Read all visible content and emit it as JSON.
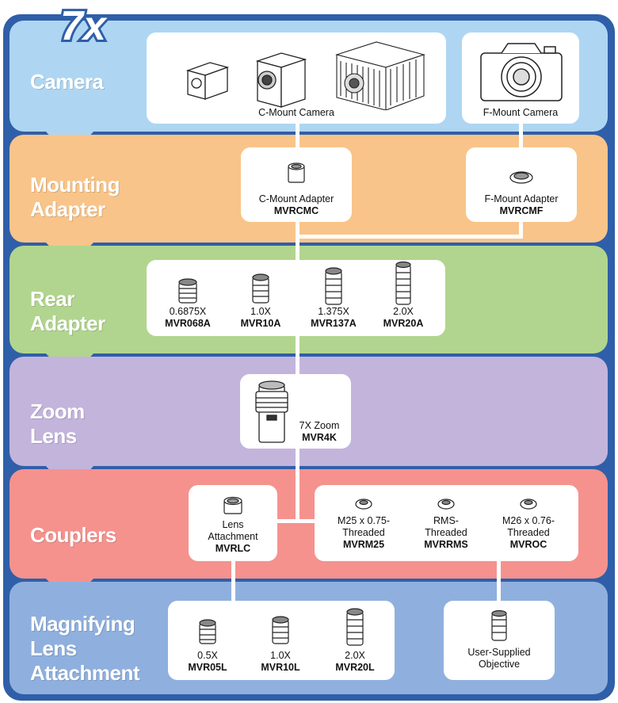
{
  "badge": "7x",
  "colors": {
    "frame": "#2f5fa8",
    "camera": "#aed6f2",
    "mounting": "#f9c489",
    "rear": "#b1d58e",
    "zoom": "#c3b4dc",
    "couplers": "#f5928e",
    "magnifying": "#8fb0de"
  },
  "sections": {
    "camera": {
      "label_lines": [
        "Camera"
      ]
    },
    "mounting": {
      "label_lines": [
        "Mounting",
        "Adapter"
      ]
    },
    "rear": {
      "label_lines": [
        "Rear",
        "Adapter"
      ]
    },
    "zoom": {
      "label_lines": [
        "Zoom",
        "Lens"
      ]
    },
    "couplers": {
      "label_lines": [
        "Couplers"
      ]
    },
    "magnifying": {
      "label_lines": [
        "Magnifying",
        "Lens",
        "Attachment"
      ]
    }
  },
  "camera": {
    "cmount": {
      "caption": "C-Mount Camera",
      "icons": [
        "small-camera-icon",
        "medium-camera-icon",
        "heatsink-camera-icon"
      ]
    },
    "fmount": {
      "caption": "F-Mount Camera",
      "icon": "slr-camera-icon"
    }
  },
  "mounting": {
    "cmount": {
      "name": "C-Mount Adapter",
      "part": "MVRCMC"
    },
    "fmount": {
      "name": "F-Mount Adapter",
      "part": "MVRCMF"
    }
  },
  "rear": {
    "items": [
      {
        "mag": "0.6875X",
        "part": "MVR068A"
      },
      {
        "mag": "1.0X",
        "part": "MVR10A"
      },
      {
        "mag": "1.375X",
        "part": "MVR137A"
      },
      {
        "mag": "2.0X",
        "part": "MVR20A"
      }
    ]
  },
  "zoom": {
    "name": "7X Zoom",
    "part": "MVR4K"
  },
  "couplers": {
    "lens_attachment": {
      "name_lines": [
        "Lens",
        "Attachment"
      ],
      "part": "MVRLC"
    },
    "threaded": [
      {
        "name_lines": [
          "M25 x 0.75-",
          "Threaded"
        ],
        "part": "MVRM25"
      },
      {
        "name_lines": [
          "RMS-",
          "Threaded"
        ],
        "part": "MVRRMS"
      },
      {
        "name_lines": [
          "M26 x 0.76-",
          "Threaded"
        ],
        "part": "MVROC"
      }
    ]
  },
  "magnifying": {
    "items": [
      {
        "mag": "0.5X",
        "part": "MVR05L"
      },
      {
        "mag": "1.0X",
        "part": "MVR10L"
      },
      {
        "mag": "2.0X",
        "part": "MVR20L"
      }
    ],
    "user_supplied": {
      "name_lines": [
        "User-Supplied",
        "Objective"
      ]
    }
  }
}
